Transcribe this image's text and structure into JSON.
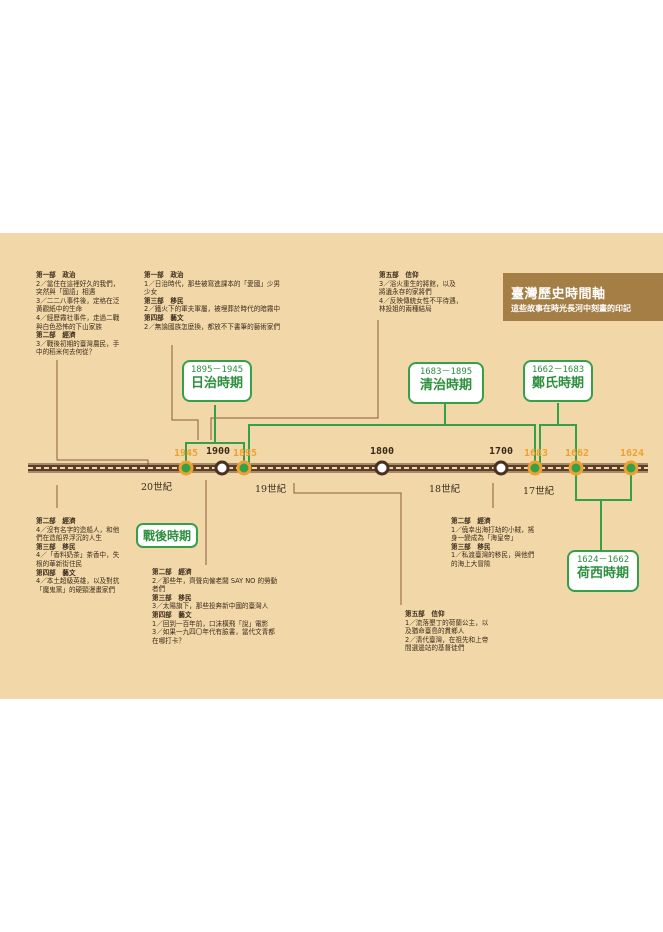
{
  "title": "臺灣歷史時間軸",
  "subtitle": "這些故事在時光長河中刻畫的印記",
  "eras": {
    "japanese": {
      "range": "1895－1945",
      "name": "日治時期"
    },
    "qing": {
      "range": "1683－1895",
      "name": "清治時期"
    },
    "zheng": {
      "range": "1662－1683",
      "name": "鄭氏時期"
    },
    "dutch": {
      "range": "1624－1662",
      "name": "荷西時期"
    },
    "postwar": {
      "name": "戰後時期"
    }
  },
  "years": [
    "1945",
    "1900",
    "1895",
    "1800",
    "1700",
    "1683",
    "1662",
    "1624"
  ],
  "centuries": [
    "20世紀",
    "19世紀",
    "18世紀",
    "17世紀"
  ],
  "notes": {
    "postwar_top": [
      {
        "h": "第一部　政治",
        "t": ""
      },
      {
        "h": "",
        "t": "2／當住在這裡好久的我們，"
      },
      {
        "h": "",
        "t": "突然與「國語」相遇"
      },
      {
        "h": "",
        "t": "3／二二八事件後，定格在泛"
      },
      {
        "h": "",
        "t": "黃觀紙中的生命"
      },
      {
        "h": "",
        "t": "4／經歷霧社事件，走過二戰"
      },
      {
        "h": "",
        "t": "與白色恐怖的下山家族"
      },
      {
        "h": "第二部　經濟",
        "t": ""
      },
      {
        "h": "",
        "t": "3／戰後初期的臺灣農民，手"
      },
      {
        "h": "",
        "t": "中的稻米何去何從？"
      }
    ],
    "japan_top": [
      {
        "h": "第一部　政治",
        "t": ""
      },
      {
        "h": "",
        "t": "1／日治時代，那些被寫進課本的「愛國」少男"
      },
      {
        "h": "",
        "t": "少女"
      },
      {
        "h": "第三部　移民",
        "t": ""
      },
      {
        "h": "",
        "t": "2／鐵火下的軍夫軍屬，被埋葬於時代的暗霧中"
      },
      {
        "h": "第四部　藝文",
        "t": ""
      },
      {
        "h": "",
        "t": "2／無論國族怎麼換，都放不下書筆的藝術家們"
      }
    ],
    "qing_top": [
      {
        "h": "第五部　信仰",
        "t": ""
      },
      {
        "h": "",
        "t": "3／浴火重生的將館，以及"
      },
      {
        "h": "",
        "t": "將遺永存的家將們"
      },
      {
        "h": "",
        "t": "4／反映傳統女性不平待遇，"
      },
      {
        "h": "",
        "t": "林投姐的兩種結局"
      }
    ],
    "postwar_bottom": [
      {
        "h": "第二部　經濟",
        "t": ""
      },
      {
        "h": "",
        "t": "4／沒有名字的造船人，和他"
      },
      {
        "h": "",
        "t": "們在造船界浮沉的人生"
      },
      {
        "h": "第三部　移民",
        "t": ""
      },
      {
        "h": "",
        "t": "4／「香料奶茶」茶香中，失"
      },
      {
        "h": "",
        "t": "根的華新街住民"
      },
      {
        "h": "第四部　藝文",
        "t": ""
      },
      {
        "h": "",
        "t": "4／本土超級英雄，以及對抗"
      },
      {
        "h": "",
        "t": "「魔鬼黨」的硬頸漫畫家們"
      }
    ],
    "japan_bottom": [
      {
        "h": "第二部　經濟",
        "t": ""
      },
      {
        "h": "",
        "t": "2／那些年，齊聲向僱老闆 SAY NO 的勞動"
      },
      {
        "h": "",
        "t": "者們"
      },
      {
        "h": "第三部　移民",
        "t": ""
      },
      {
        "h": "",
        "t": "3／太陽旗下，那些投奔新中國的臺灣人"
      },
      {
        "h": "第四部　藝文",
        "t": ""
      },
      {
        "h": "",
        "t": "1／回到一百年前，口沫橫飛「說」電影"
      },
      {
        "h": "",
        "t": "3／如果一九四〇年代有臉書，當代文青都"
      },
      {
        "h": "",
        "t": "在哪打卡？"
      }
    ],
    "qing_bottom": [
      {
        "h": "第五部　信仰",
        "t": ""
      },
      {
        "h": "",
        "t": "1／流落墾丁的荷蘭公主，以"
      },
      {
        "h": "",
        "t": "及猶命臺島的貫鄉人"
      },
      {
        "h": "",
        "t": "2／清代臺灣，在祖先和上帝"
      },
      {
        "h": "",
        "t": "間選邊站的基督徒們"
      }
    ],
    "zheng_bottom": [
      {
        "h": "第二部　經濟",
        "t": ""
      },
      {
        "h": "",
        "t": "1／僥幸出海打劫的小賊，搖"
      },
      {
        "h": "",
        "t": "身一變成為「海皇帝」"
      },
      {
        "h": "第三部　移民",
        "t": ""
      },
      {
        "h": "",
        "t": "1／私渡臺灣的移民，與他們"
      },
      {
        "h": "",
        "t": "的海上大冒險"
      }
    ]
  },
  "colors": {
    "bg": "#f2d8a8",
    "green": "#35a04a",
    "orange": "#f0a030",
    "brown": "#6b4a2c",
    "title_bg": "#a47e45"
  }
}
